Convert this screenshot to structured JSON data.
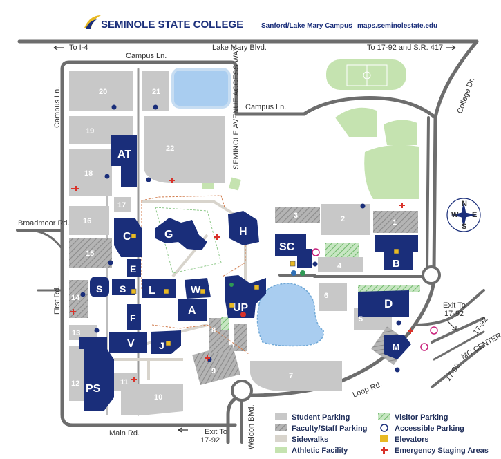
{
  "header": {
    "college_name": "SEMINOLE STATE COLLEGE",
    "campus": "Sanford/Lake Mary Campus",
    "separator": "|",
    "url": "maps.seminolestate.edu"
  },
  "colors": {
    "navy": "#1a2e7a",
    "student_parking": "#c8c8c8",
    "faculty_parking": "#a9a9a9",
    "sidewalk": "#d8d4cc",
    "athletic": "#c5e3b0",
    "visitor": "#8fc98a",
    "road": "#6d6d6d",
    "water": "#a9cdf0",
    "emergency": "#d9322a",
    "elevator": "#e8b923"
  },
  "roads": {
    "to_i4": "To I-4",
    "lake_mary_blvd": "Lake Mary Blvd.",
    "to_1792_sr417": "To 17-92 and S.R. 417",
    "campus_ln_top": "Campus Ln.",
    "campus_ln_mid": "Campus Ln.",
    "campus_ln_left": "Campus Ln.",
    "college_dr": "College Dr.",
    "broadmoor_rd": "Broadmoor Rd.",
    "first_rd": "First Rd.",
    "main_rd": "Main Rd.",
    "weldon_blvd": "Weldon Blvd.",
    "loop_rd": "Loop Rd.",
    "exit_to_left": "Exit To",
    "exit_to_left_dest": "17-92",
    "exit_to_right": "Exit To",
    "exit_to_right_dest": "17-92",
    "rd_1792_a": "17-92",
    "rd_1792_b": "17-92",
    "seminole_ave": "SEMINOLE AVENUE ACCESS WAY",
    "mc_center": "MC CENTER BLVD"
  },
  "compass": {
    "n": "N",
    "s": "S",
    "e": "E",
    "w": "W"
  },
  "buildings": {
    "AT": "AT",
    "C": "C",
    "G": "G",
    "H": "H",
    "SC": "SC",
    "B": "B",
    "E": "E",
    "S1": "S",
    "S2": "S",
    "L": "L",
    "W": "W",
    "A": "A",
    "UP": "UP",
    "D": "D",
    "F": "F",
    "V": "V",
    "J": "J",
    "M": "M",
    "PS": "PS"
  },
  "lots": {
    "l20": "20",
    "l21": "21",
    "l19": "19",
    "l22": "22",
    "l18": "18",
    "l17": "17",
    "l16": "16",
    "l15": "15",
    "l14": "14",
    "l13": "13",
    "l12": "12",
    "l11": "11",
    "l10": "10",
    "l9": "9",
    "l8": "8",
    "l7": "7",
    "l6": "6",
    "l5": "5",
    "l4": "4",
    "l3": "3",
    "l2": "2",
    "l1": "1"
  },
  "legend": {
    "student_parking": "Student Parking",
    "faculty_parking": "Faculty/Staff Parking",
    "sidewalks": "Sidewalks",
    "athletic_facility": "Athletic Facility",
    "visitor_parking": "Visitor Parking",
    "accessible_parking": "Accessible Parking",
    "elevators": "Elevators",
    "emergency_staging": "Emergency Staging Areas"
  }
}
